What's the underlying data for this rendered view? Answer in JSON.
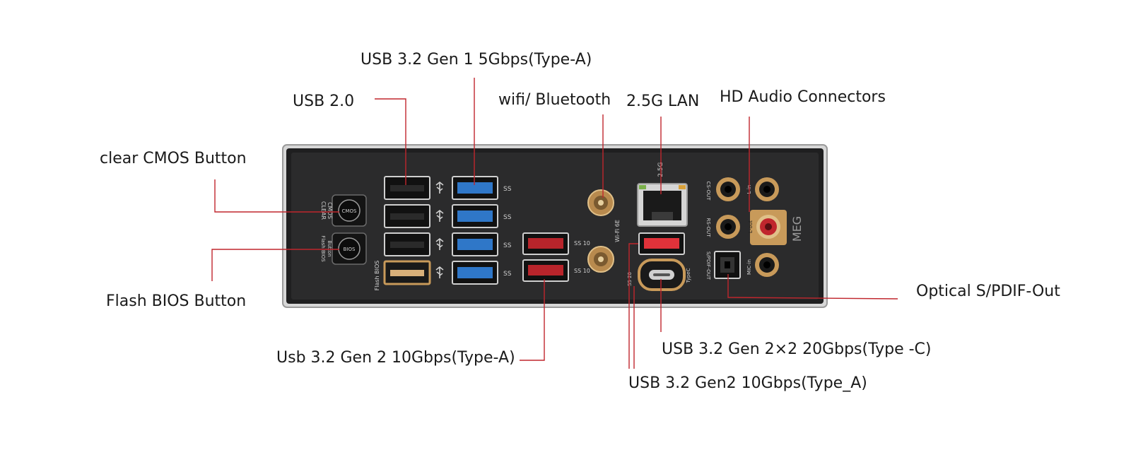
{
  "colors": {
    "leader": "#c0262d",
    "panel": "#2b2b2c",
    "shield": "#c8c8c8",
    "usb3_blue": "#2f77c8",
    "usb_red": "#b8242b",
    "gold": "#c89a5a",
    "label_text": "#1a1a1a"
  },
  "callouts": {
    "usb32_gen1": "USB 3.2 Gen 1 5Gbps(Type-A)",
    "usb20": "USB 2.0",
    "wifi_bt": "wifi/ Bluetooth",
    "lan": "2.5G LAN",
    "hd_audio": "HD Audio Connectors",
    "clear_cmos": "clear CMOS Button",
    "flash_bios": "Flash BIOS Button",
    "optical": "Optical S/PDIF-Out",
    "usb32_gen2": "Usb 3.2 Gen 2 10Gbps(Type-A)",
    "usb32_gen2x2": "USB 3.2 Gen 2×2 20Gbps(Type -C)",
    "usb32_gen2_typea": "USB 3.2 Gen2 10Gbps(Type_A)"
  },
  "panel_marks": {
    "clear_cmos_1": "CLEAR",
    "clear_cmos_2": "CMOS",
    "flash_bios_1": "Flash BIOS",
    "flash_bios_2": "Button",
    "flash_bios_port": "Flash BIOS",
    "bios_btn": "BIOS",
    "cmos_btn": "CMOS",
    "wifi_mark": "Wi-Fi 6E",
    "lan_mark": "2.5G",
    "typec_mark": "TypeC",
    "ss": "SS",
    "ss10": "SS 10",
    "ss20": "SS 20",
    "cs_out": "CS-OUT",
    "rs_out": "RS-OUT",
    "spdif": "S/PDIF-OUT",
    "line_in": "L-in",
    "line_out": "L-out",
    "mic_in": "MIC-in",
    "brand": "MEG"
  }
}
